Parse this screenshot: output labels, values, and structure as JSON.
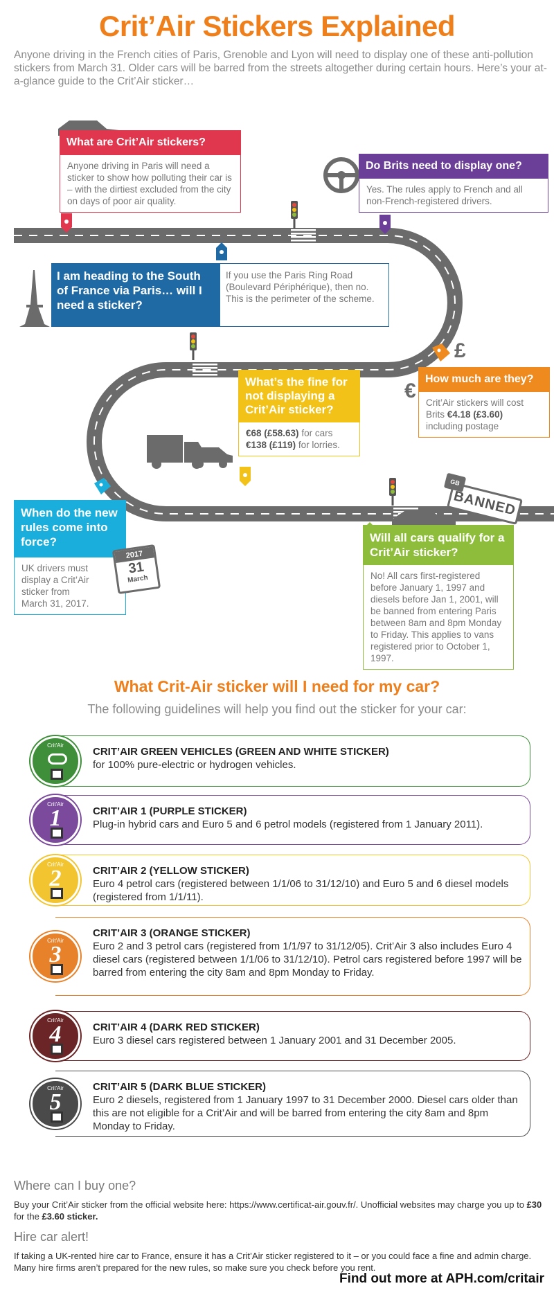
{
  "header": {
    "title": "Crit’Air Stickers Explained",
    "intro": "Anyone driving in the French cities of Paris, Grenoble and Lyon will need to display one of these anti-pollution stickers from March 31. Older cars will be barred from the streets altogether during certain hours. Here’s your at-a-glance guide to the Crit’Air sticker…"
  },
  "qa": {
    "what": {
      "q": "What are Crit’Air stickers?",
      "a": "Anyone driving in Paris will need a sticker to show how polluting their car is – with the dirtiest excluded from the city on days of poor air quality.",
      "color": "#e0364e"
    },
    "brits": {
      "q": "Do Brits need to display one?",
      "a": "Yes. The rules apply to French and all non-French-registered drivers.",
      "color": "#6b3e98"
    },
    "south": {
      "q": "I am heading to the South of France via Paris… will I need a sticker?",
      "a": "If you use the Paris Ring Road (Boulevard Périphérique), then no. This is the perimeter of the scheme.",
      "color": "#1f6aa5"
    },
    "fine": {
      "q": "What’s the fine for not displaying a Crit’Air sticker?",
      "a1_bold": "€68 (£58.63)",
      "a1": " for cars",
      "a2_bold": "€138 (£119)",
      "a2": " for lorries.",
      "color": "#f2c218"
    },
    "cost": {
      "q": "How much are they?",
      "a1": "Crit’Air stickers will cost Brits ",
      "a_bold": "€4.18 (£3.60)",
      "a2": " including postage",
      "color": "#ef8a1f"
    },
    "when": {
      "q": "When do the new rules come into force?",
      "a": "UK drivers must display a Crit’Air sticker from March 31, 2017.",
      "color": "#19aedb"
    },
    "qualify": {
      "q": "Will all cars qualify for a Crit’Air sticker?",
      "a": "No! All cars first-registered before January 1, 1997 and diesels before Jan 1, 2001, will be banned from entering Paris between 8am and 8pm Monday to Friday. This applies to vans registered prior to October 1, 1997.",
      "color": "#8dbd3a"
    }
  },
  "calendar": {
    "year": "2017",
    "day": "31",
    "month": "March"
  },
  "banned": {
    "label": "BANNED",
    "plate": "GB"
  },
  "currency": {
    "pound": "£",
    "euro": "€"
  },
  "guide": {
    "title": "What Crit-Air sticker will I need for my car?",
    "subtitle": "The following guidelines will help you find out the sticker for your car:",
    "sticker_brand": "Crit'Air",
    "rows": [
      {
        "title": "CRIT’AIR GREEN VEHICLES (GREEN AND WHITE STICKER)",
        "desc": "for 100% pure-electric or hydrogen vehicles.",
        "color": "#3f8f3a",
        "number": ""
      },
      {
        "title": "CRIT’AIR 1 (PURPLE STICKER)",
        "desc": "Plug-in hybrid cars and Euro 5 and 6 petrol models (registered from 1 January 2011).",
        "color": "#7b4a9c",
        "number": "1"
      },
      {
        "title": "CRIT’AIR 2 (YELLOW STICKER)",
        "desc": "Euro 4 petrol cars (registered between 1/1/06 to 31/12/10) and Euro 5 and 6 diesel models (registered from 1/1/11).",
        "color": "#f2c530",
        "number": "2"
      },
      {
        "title": "CRIT’AIR 3 (ORANGE STICKER)",
        "desc": "Euro 2 and 3 petrol cars (registered from 1/1/97 to 31/12/05). Crit’Air 3 also includes Euro 4 diesel cars (registered between 1/1/06 to 31/12/10). Petrol cars registered before 1997 will be barred from entering the city 8am and 8pm Monday to Friday.",
        "color": "#e8822a",
        "number": "3"
      },
      {
        "title": "CRIT’AIR 4 (DARK RED STICKER)",
        "desc": "Euro 3 diesel cars registered between 1 January 2001 and 31 December 2005.",
        "color": "#6b2526",
        "number": "4"
      },
      {
        "title": "CRIT’AIR 5 (DARK BLUE STICKER)",
        "desc": "Euro 2 diesels, registered from 1 January 1997 to 31 December 2000. Diesel cars older than this are not eligible for a Crit’Air and will be barred from entering the city 8am and 8pm Monday to Friday.",
        "color": "#4a4a4a",
        "number": "5"
      }
    ]
  },
  "footer": {
    "buy_heading": "Where can I buy one?",
    "buy_text": "Buy your Crit’Air sticker from the official website here: https://www.certificat-air.gouv.fr/. Unofficial websites may charge you up to ",
    "buy_bold1": "£30",
    "buy_mid": " for the ",
    "buy_bold2": "£3.60 sticker.",
    "hire_heading": "Hire car alert!",
    "hire_text": "If taking a UK-rented hire car to France, ensure it has a Crit’Air sticker registered to it – or you could face a fine and admin charge. Many hire firms aren’t prepared for the new rules, so make sure you check before you rent.",
    "cta": "Find out more at APH.com/critair"
  }
}
